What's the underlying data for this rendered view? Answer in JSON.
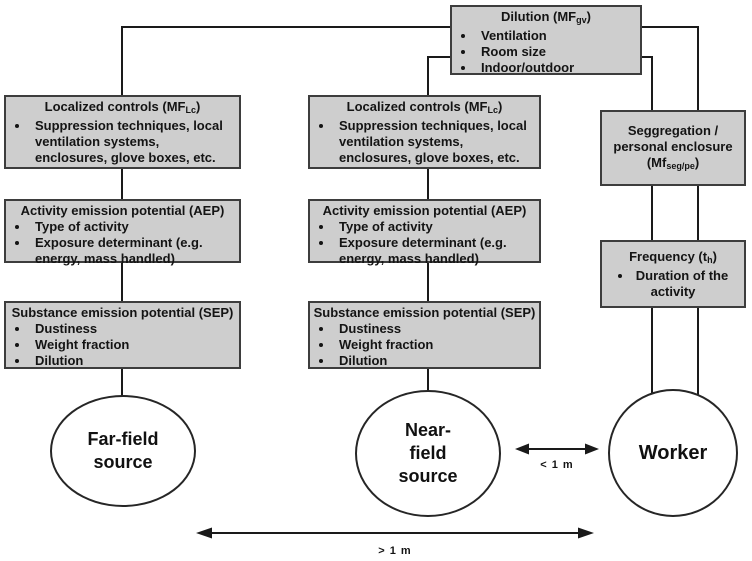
{
  "colors": {
    "box_fill": "#cecece",
    "box_border": "#3d3d3d",
    "line": "#1a1a1a",
    "background": "#ffffff"
  },
  "boxes": {
    "dilution": {
      "title_pre": "Dilution (MF",
      "title_sub": "gv",
      "title_post": ")",
      "bullets": [
        "Ventilation",
        "Room size",
        "Indoor/outdoor"
      ]
    },
    "lc_far": {
      "title_pre": "Localized controls (MF",
      "title_sub": "Lc",
      "title_post": ")",
      "bullets": [
        "Suppression techniques, local ventilation systems, enclosures, glove boxes, etc."
      ]
    },
    "lc_near": {
      "title_pre": "Localized controls (MF",
      "title_sub": "Lc",
      "title_post": ")",
      "bullets": [
        "Suppression techniques, local ventilation systems, enclosures, glove boxes, etc."
      ]
    },
    "aep_far": {
      "title": "Activity emission potential (AEP)",
      "bullets": [
        "Type of activity",
        "Exposure determinant (e.g. energy, mass handled)"
      ]
    },
    "aep_near": {
      "title": "Activity emission potential (AEP)",
      "bullets": [
        "Type of activity",
        "Exposure determinant (e.g. energy, mass handled)"
      ]
    },
    "sep_far": {
      "title": "Substance emission potential (SEP)",
      "bullets": [
        "Dustiness",
        "Weight fraction",
        "Dilution"
      ]
    },
    "sep_near": {
      "title": "Substance emission potential (SEP)",
      "bullets": [
        "Dustiness",
        "Weight fraction",
        "Dilution"
      ]
    },
    "segregation": {
      "line1": "Seggregation /",
      "line2": "personal enclosure",
      "paren_pre": "(Mf",
      "paren_sub": "seg/pe",
      "paren_post": ")"
    },
    "frequency": {
      "title_pre": "Frequency (t",
      "title_sub": "h",
      "title_post": ")",
      "bullets": [
        "Duration of the activity"
      ]
    }
  },
  "circles": {
    "far_field": "Far-field\nsource",
    "near_field": "Near-\nfield\nsource",
    "worker": "Worker"
  },
  "labels": {
    "near_distance": "< 1 m",
    "far_distance": "> 1 m"
  }
}
